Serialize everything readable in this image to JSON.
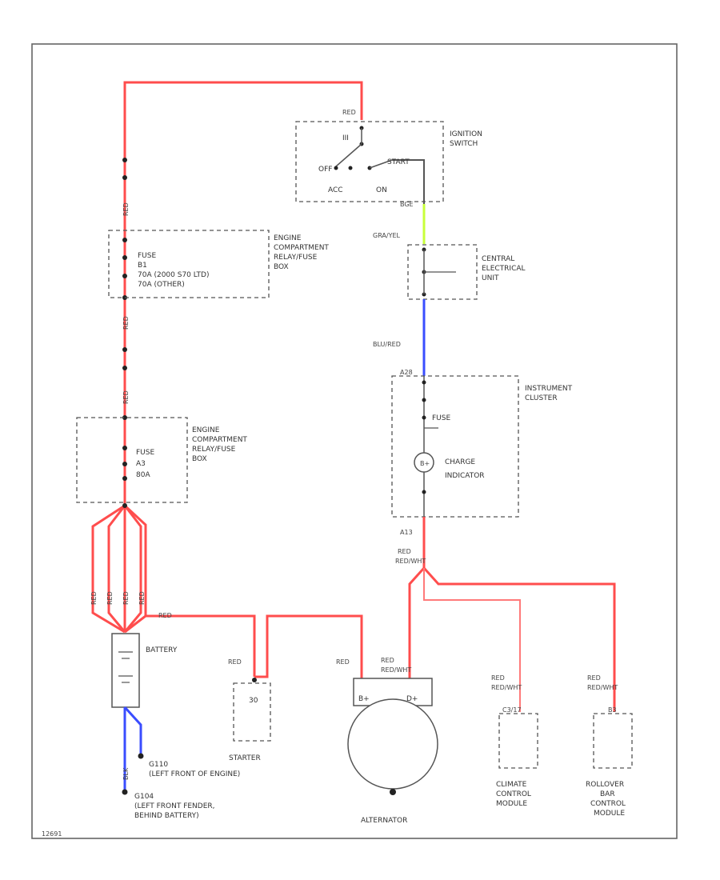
{
  "colors": {
    "red_wire": "#ff4d4d",
    "blue_wire": "#3a4dff",
    "green_wire": "#c8ff3a",
    "component_outline": "#555555"
  },
  "components": {
    "ignition_switch": {
      "label_1": "IGNITION",
      "label_2": "SWITCH",
      "pos_iii": "III",
      "pos_off": "OFF",
      "pos_start": "START",
      "pos_acc": "ACC",
      "pos_on": "ON",
      "pin_top": "RED",
      "pin_bottom": "BGE"
    },
    "fuse_box_1": {
      "name_1": "ENGINE",
      "name_2": "COMPARTMENT",
      "name_3": "RELAY/FUSE",
      "name_4": "BOX",
      "fuse_line_1": "FUSE",
      "fuse_line_2": "B1",
      "fuse_line_3": "70A (2000 S70 LTD)",
      "fuse_line_4": "70A (OTHER)"
    },
    "fuse_box_2": {
      "name_1": "ENGINE",
      "name_2": "COMPARTMENT",
      "name_3": "RELAY/FUSE",
      "name_4": "BOX",
      "fuse_line_1": "FUSE",
      "fuse_line_2": "A3",
      "fuse_line_3": "80A"
    },
    "central_unit": {
      "name_1": "CENTRAL",
      "name_2": "ELECTRICAL",
      "name_3": "UNIT"
    },
    "instrument_cluster": {
      "name_1": "INSTRUMENT",
      "name_2": "CLUSTER",
      "pin_top": "A28",
      "fuse_label": "FUSE",
      "indicator_1": "CHARGE",
      "indicator_2": "INDICATOR",
      "pin_bottom": "A13"
    },
    "battery": {
      "label": "BATTERY"
    },
    "starter": {
      "label": "STARTER",
      "terminal": "30"
    },
    "alternator": {
      "label": "ALTERNATOR",
      "terminal_b": "B+",
      "terminal_d": "D+"
    },
    "climate_module": {
      "name_1": "CLIMATE",
      "name_2": "CONTROL",
      "name_3": "MODULE",
      "pin": "C3/17"
    },
    "rollover_module": {
      "name_1": "ROLLOVER",
      "name_2": "BAR",
      "name_3": "CONTROL",
      "name_4": "MODULE",
      "pin": "B3"
    },
    "ground_1": {
      "name": "G110",
      "location": "(LEFT FRONT OF ENGINE)"
    },
    "ground_2": {
      "name": "G104",
      "location_1": "(LEFT FRONT FENDER,",
      "location_2": "BEHIND BATTERY)"
    }
  },
  "wires": {
    "red": "RED",
    "gra_yel": "GRA/YEL",
    "blu_red": "BLU/RED",
    "red_wht": "RED/WHT",
    "blk": "BLK"
  },
  "footer": {
    "code": "12691"
  }
}
